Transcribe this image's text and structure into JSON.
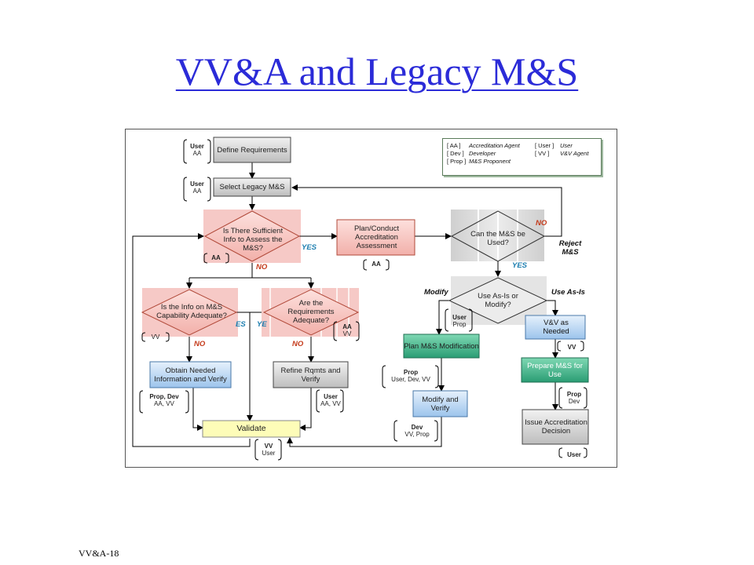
{
  "slide": {
    "title": "VV&A and Legacy M&S",
    "footer": "VV&A-18"
  },
  "legend": [
    {
      "code": "[ AA ]",
      "meaning": "Accreditation Agent",
      "code2": "[ User ]",
      "meaning2": "User"
    },
    {
      "code": "[ Dev ]",
      "meaning": "Developer",
      "code2": "[ VV ]",
      "meaning2": "V&V Agent"
    },
    {
      "code": "[ Prop ]",
      "meaning": "M&S Proponent",
      "code2": "",
      "meaning2": ""
    }
  ],
  "nodes": {
    "define_requirements": "Define Requirements",
    "select_legacy": "Select Legacy M&S",
    "sufficient_info": "Is There Sufficient Info to Assess the M&S?",
    "plan_accreditation": "Plan/Conduct Accreditation Assessment",
    "can_be_used": "Can the M&S be Used?",
    "use_as_is": "Use As-Is or Modify?",
    "info_adequate": "Is the Info on M&S Capability Adequate?",
    "requirements_adequate": "Are the Requirements Adequate?",
    "obtain_info": "Obtain Needed Information and Verify",
    "refine_rqmts": "Refine Rqmts and Verify",
    "validate": "Validate",
    "plan_modification": "Plan M&S Modification",
    "modify_verify": "Modify and Verify",
    "vv_as_needed": "V&V as Needed",
    "prepare_use": "Prepare M&S for Use",
    "issue_decision": "Issue Accreditation Decision"
  },
  "roles": {
    "define_requirements": {
      "primary": "User",
      "secondary": "AA"
    },
    "select_legacy": {
      "primary": "User",
      "secondary": "AA"
    },
    "sufficient_info": {
      "primary": "AA",
      "secondary": ""
    },
    "plan_accreditation": {
      "primary": "AA",
      "secondary": ""
    },
    "info_adequate": {
      "primary": "",
      "secondary": "VV"
    },
    "requirements_adequate": {
      "primary": "AA",
      "secondary": "VV"
    },
    "obtain_info": {
      "primary": "Prop, Dev",
      "secondary": "AA, VV"
    },
    "refine_rqmts": {
      "primary": "User",
      "secondary": "AA, VV"
    },
    "validate": {
      "primary": "VV",
      "secondary": "User"
    },
    "use_as_is": {
      "primary": "User",
      "secondary": "Prop"
    },
    "plan_modification": {
      "primary": "Prop",
      "secondary": "User, Dev, VV"
    },
    "modify_verify": {
      "primary": "Dev",
      "secondary": "VV, Prop"
    },
    "vv_as_needed": {
      "primary": "VV",
      "secondary": ""
    },
    "prepare_use": {
      "primary": "Prop",
      "secondary": "Dev"
    },
    "issue_decision": {
      "primary": "User",
      "secondary": ""
    }
  },
  "edges": {
    "yes": "YES",
    "no": "NO",
    "yes_partial_left": "ES",
    "yes_partial_right": "YE",
    "modify": "Modify",
    "use_as_is": "Use As-Is",
    "reject": "Reject M&S"
  },
  "colors": {
    "title": "#2b2bd8",
    "decision_fill": "#f6c9c6",
    "gray_box": "#d9d9d9",
    "blue_box": "#bcd8f4",
    "green_box": "#4fbf96",
    "validate_box": "#fdfcb8",
    "yes": "#1e7fb0",
    "no": "#c43a1a"
  }
}
